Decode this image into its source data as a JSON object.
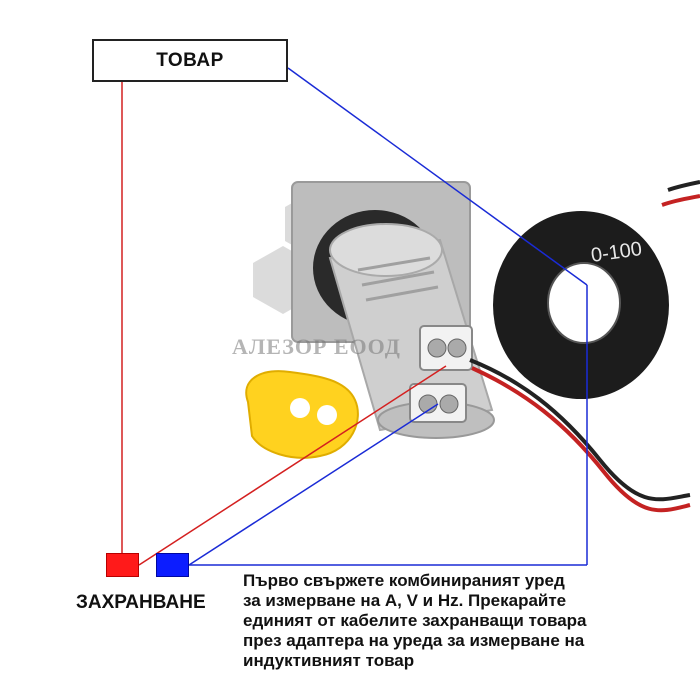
{
  "labels": {
    "product": "ТОВАР",
    "storage": "ЗАХРАНВАНЕ",
    "ring_marking": "0-100",
    "watermark": "АЛЕЗОР ЕООД"
  },
  "instructions": [
    "Първо свържете комбинираният уред",
    "за измерване на A, V и Hz. Прекарайте",
    "единият от кабелите захранващи товара",
    "през адаптера на уреда за измерване на",
    "индуктивният товар"
  ],
  "colors": {
    "live_wire": "#d42020",
    "neutral_wire": "#1a2bd6",
    "storage_red": "#ff1a1a",
    "storage_blue": "#0c1dff",
    "meter_body": "#c9c9c9",
    "ring": "#1c1c1c",
    "clip": "#ffd21f"
  }
}
